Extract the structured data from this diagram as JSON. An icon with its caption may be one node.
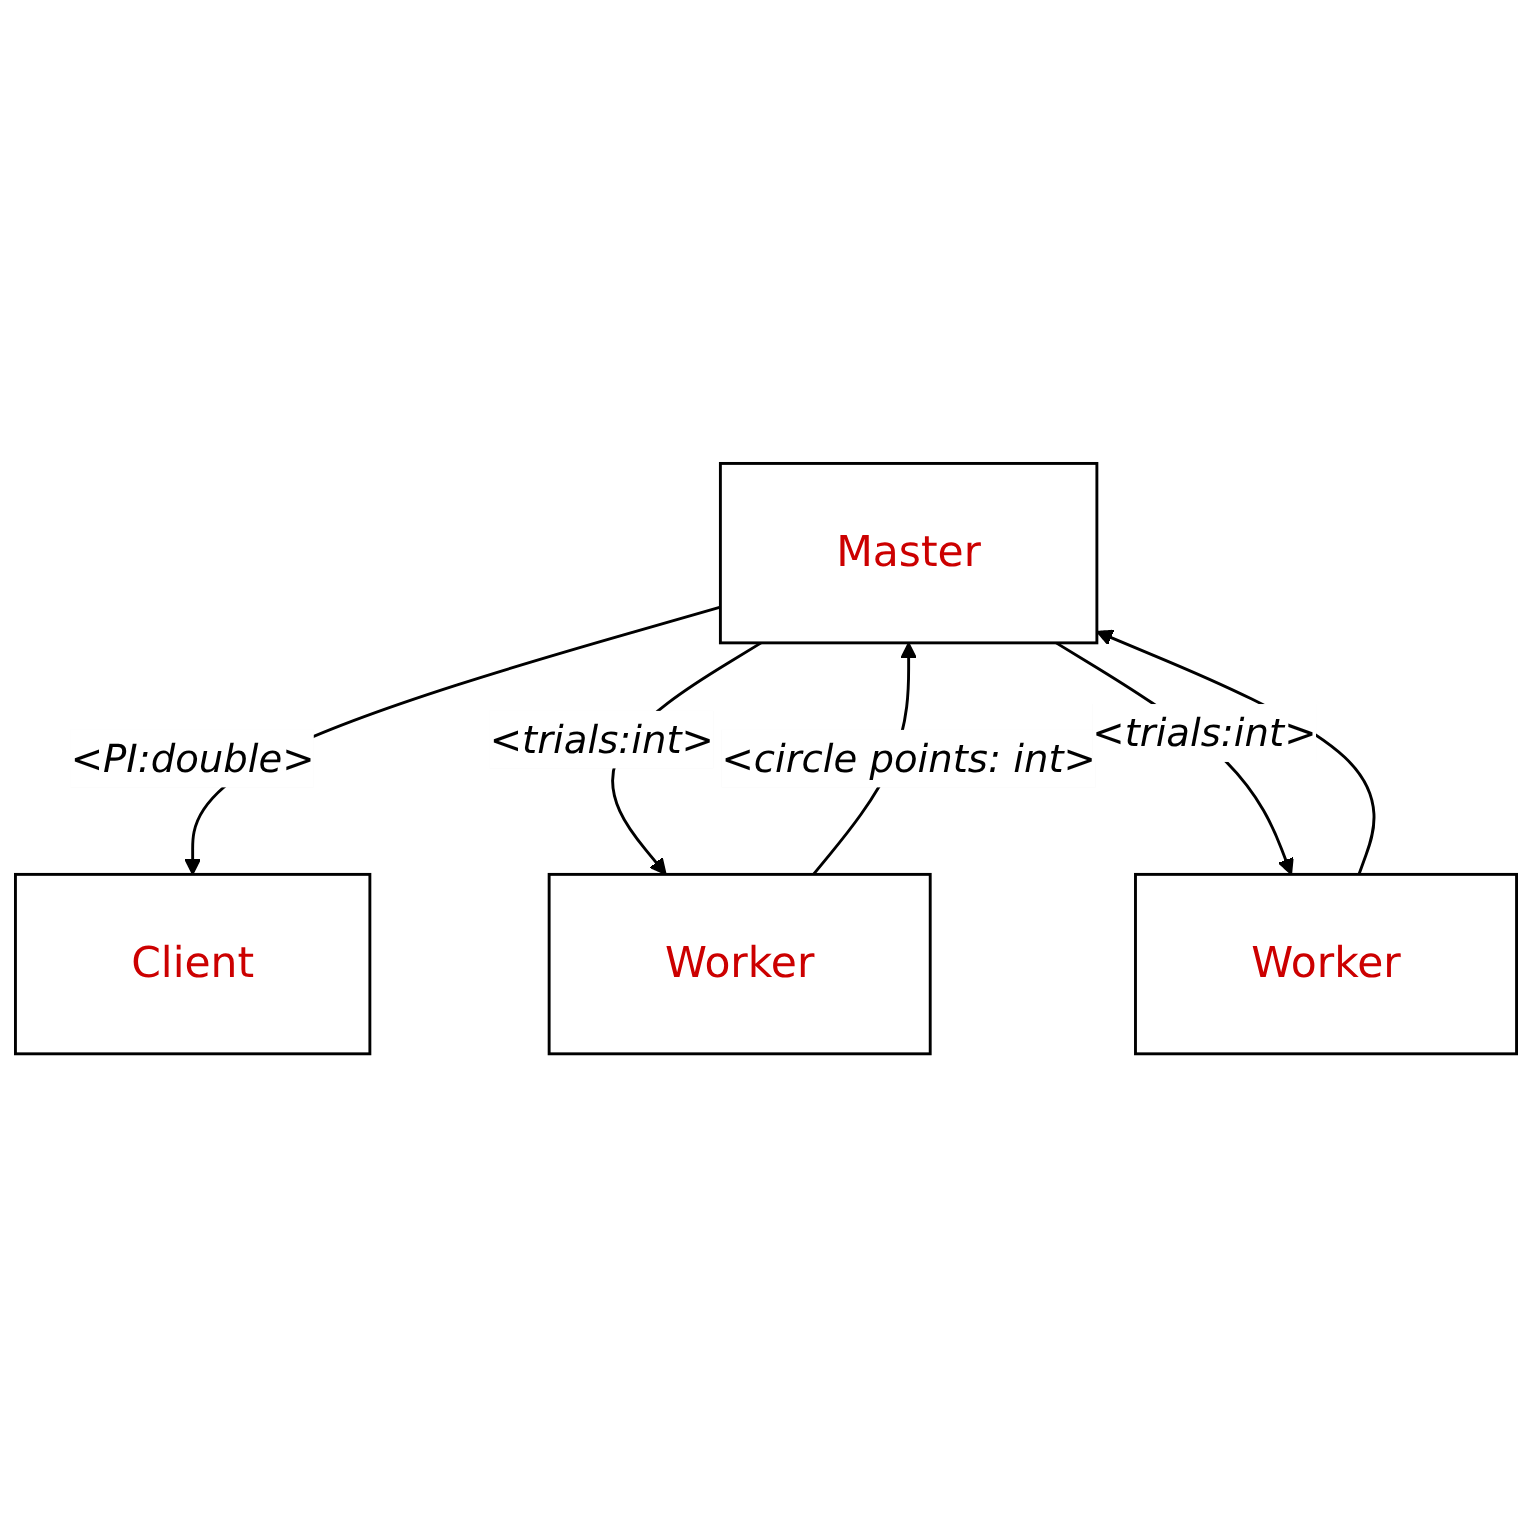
{
  "diagram": {
    "nodes": [
      {
        "text": [
          "Client"
        ]
      },
      {
        "text": [
          "Master"
        ]
      },
      {
        "text": [
          "Worker"
        ]
      },
      {
        "text": [
          "Worker"
        ]
      }
    ],
    "edges": [
      {
        "from": 1,
        "to": 0,
        "arrow": "to",
        "label": "<PI:double>"
      },
      {
        "from": 1,
        "to": 2,
        "arrow": "to",
        "label": "<trials:int>"
      },
      {
        "from": 2,
        "to": 1,
        "arrow": "to",
        "label": "<circle points: int>"
      },
      {
        "from": 3,
        "to": 1,
        "arrow": "to"
      },
      {
        "from": 1,
        "to": 3,
        "arrow": "to",
        "label": "<trials:int>"
      }
    ]
  }
}
